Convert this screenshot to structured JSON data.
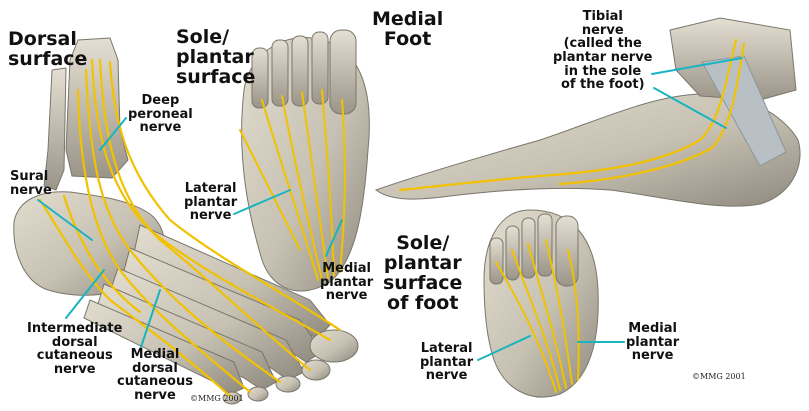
{
  "panels": {
    "dorsal": {
      "title": "Dorsal\nsurface",
      "labels": {
        "deep_peroneal": "Deep\nperoneal\nnerve",
        "sural": "Sural\nnerve",
        "intermediate_dorsal": "Intermediate\ndorsal\ncutaneous\nnerve",
        "medial_dorsal": "Medial\ndorsal\ncutaneous\nnerve"
      },
      "copyright": "©MMG 2001"
    },
    "sole": {
      "title": "Sole/\nplantar\nsurface",
      "labels": {
        "lateral_plantar": "Lateral\nplantar\nnerve",
        "medial_plantar": "Medial\nplantar\nnerve"
      }
    },
    "medial": {
      "title": "Medial\nFoot",
      "labels": {
        "tibial": "Tibial\nnerve\n(called the\nplantar nerve\nin the sole\nof the foot)"
      }
    },
    "sole_foot": {
      "title": "Sole/\nplantar\nsurface\nof foot",
      "labels": {
        "lateral_plantar": "Lateral\nplantar\nnerve",
        "medial_plantar": "Medial\nplantar\nnerve"
      },
      "copyright": "©MMG 2001"
    }
  },
  "colors": {
    "bone": "#c9c4b6",
    "bone_shade": "#8e897d",
    "nerve": "#f2c200",
    "leader": "#19b4c0",
    "tendon": "#b8c0c6"
  }
}
